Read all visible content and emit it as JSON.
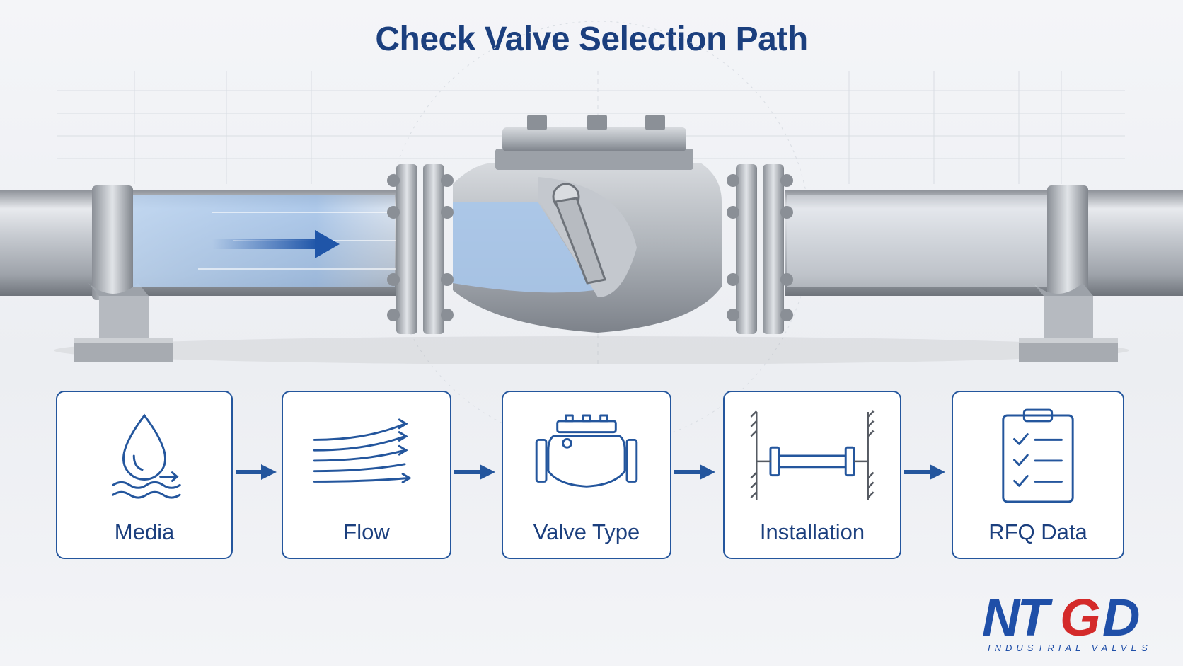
{
  "title": "Check Valve Selection Path",
  "steps": [
    {
      "label": "Media",
      "icon": "water-drop-waves-icon"
    },
    {
      "label": "Flow",
      "icon": "flow-lines-icon"
    },
    {
      "label": "Valve Type",
      "icon": "swing-check-valve-icon"
    },
    {
      "label": "Installation",
      "icon": "pipe-installation-icon"
    },
    {
      "label": "RFQ Data",
      "icon": "clipboard-checklist-icon"
    }
  ],
  "logo": {
    "mark": "NTGD",
    "tagline": "INDUSTRIAL VALVES"
  },
  "colors": {
    "primary": "#1b3f7e",
    "accent": "#24569d",
    "logo_red": "#d42a2a",
    "flow": "#a9c6ea"
  }
}
